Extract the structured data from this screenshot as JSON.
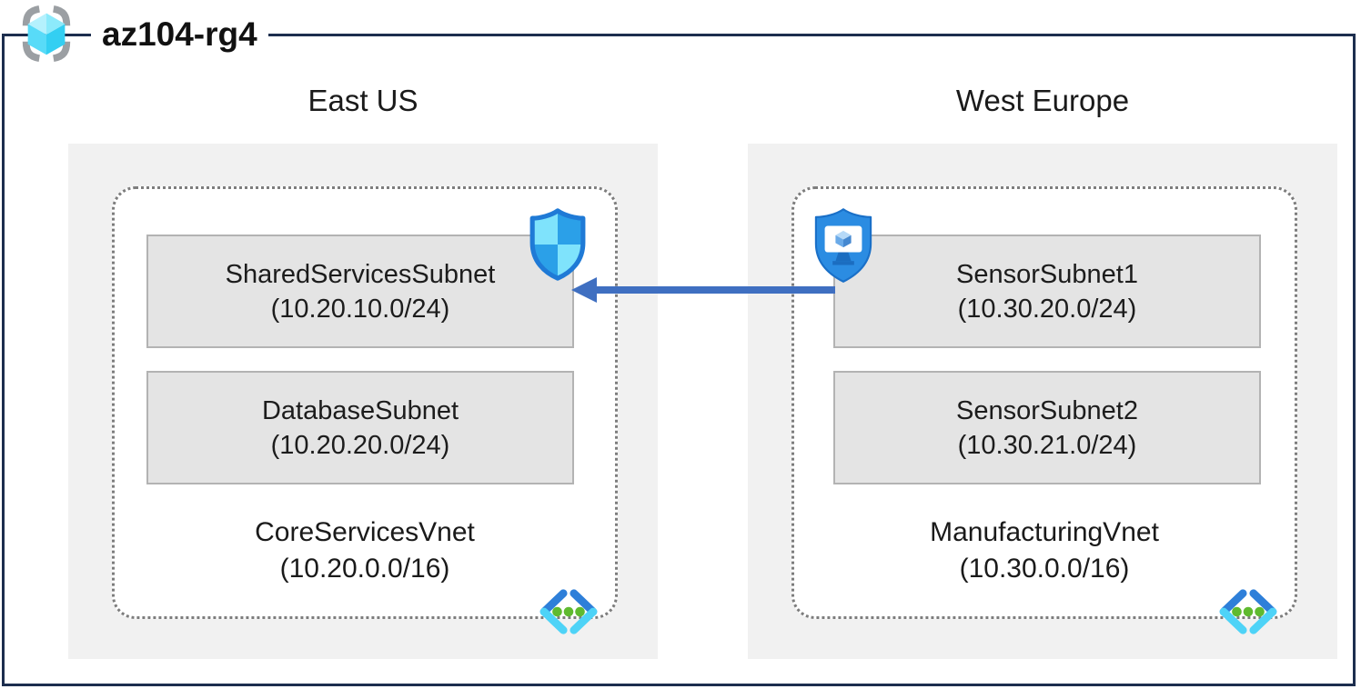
{
  "diagram": {
    "resource_group": {
      "label": "az104-rg4",
      "icon": "resource-group-cube-icon"
    },
    "regions": [
      {
        "name": "East US",
        "vnet": {
          "name": "CoreServicesVnet",
          "cidr": "(10.20.0.0/16)",
          "icon": "virtual-network-icon",
          "subnets": [
            {
              "name": "SharedServicesSubnet",
              "cidr": "(10.20.10.0/24)",
              "badge_icon": "nsg-shield-icon"
            },
            {
              "name": "DatabaseSubnet",
              "cidr": "(10.20.20.0/24)"
            }
          ]
        }
      },
      {
        "name": "West Europe",
        "vnet": {
          "name": "ManufacturingVnet",
          "cidr": "(10.30.0.0/16)",
          "icon": "virtual-network-icon",
          "subnets": [
            {
              "name": "SensorSubnet1",
              "cidr": "(10.30.20.0/24)",
              "badge_icon": "protected-sensor-shield-icon"
            },
            {
              "name": "SensorSubnet2",
              "cidr": "(10.30.21.0/24)"
            }
          ]
        }
      }
    ],
    "connection": {
      "from_subnet": "SensorSubnet1",
      "to_subnet": "SharedServicesSubnet",
      "direction": "right-to-left",
      "style": "solid-arrow"
    },
    "colors": {
      "frame_border": "#1d2e4e",
      "region_fill": "#f1f1f1",
      "subnet_fill": "#e4e4e4",
      "subnet_border": "#b3b3b3",
      "vnet_dotted_border": "#7d7d7d",
      "arrow_blue": "#3f6fc1",
      "shield_border_blue": "#1f7ad6",
      "shield_light_cyan": "#7fe3fc",
      "shield_mid_blue": "#2ba0e8",
      "defender_shield_blue": "#2b8ce2",
      "vnet_icon_blue": "#2e7fd9",
      "vnet_icon_cyan": "#4ed3f7",
      "vnet_icon_green": "#5fba2f",
      "rg_bracket_gray": "#9b9fa3",
      "rg_cube_cyan": "#58dbf8"
    }
  }
}
